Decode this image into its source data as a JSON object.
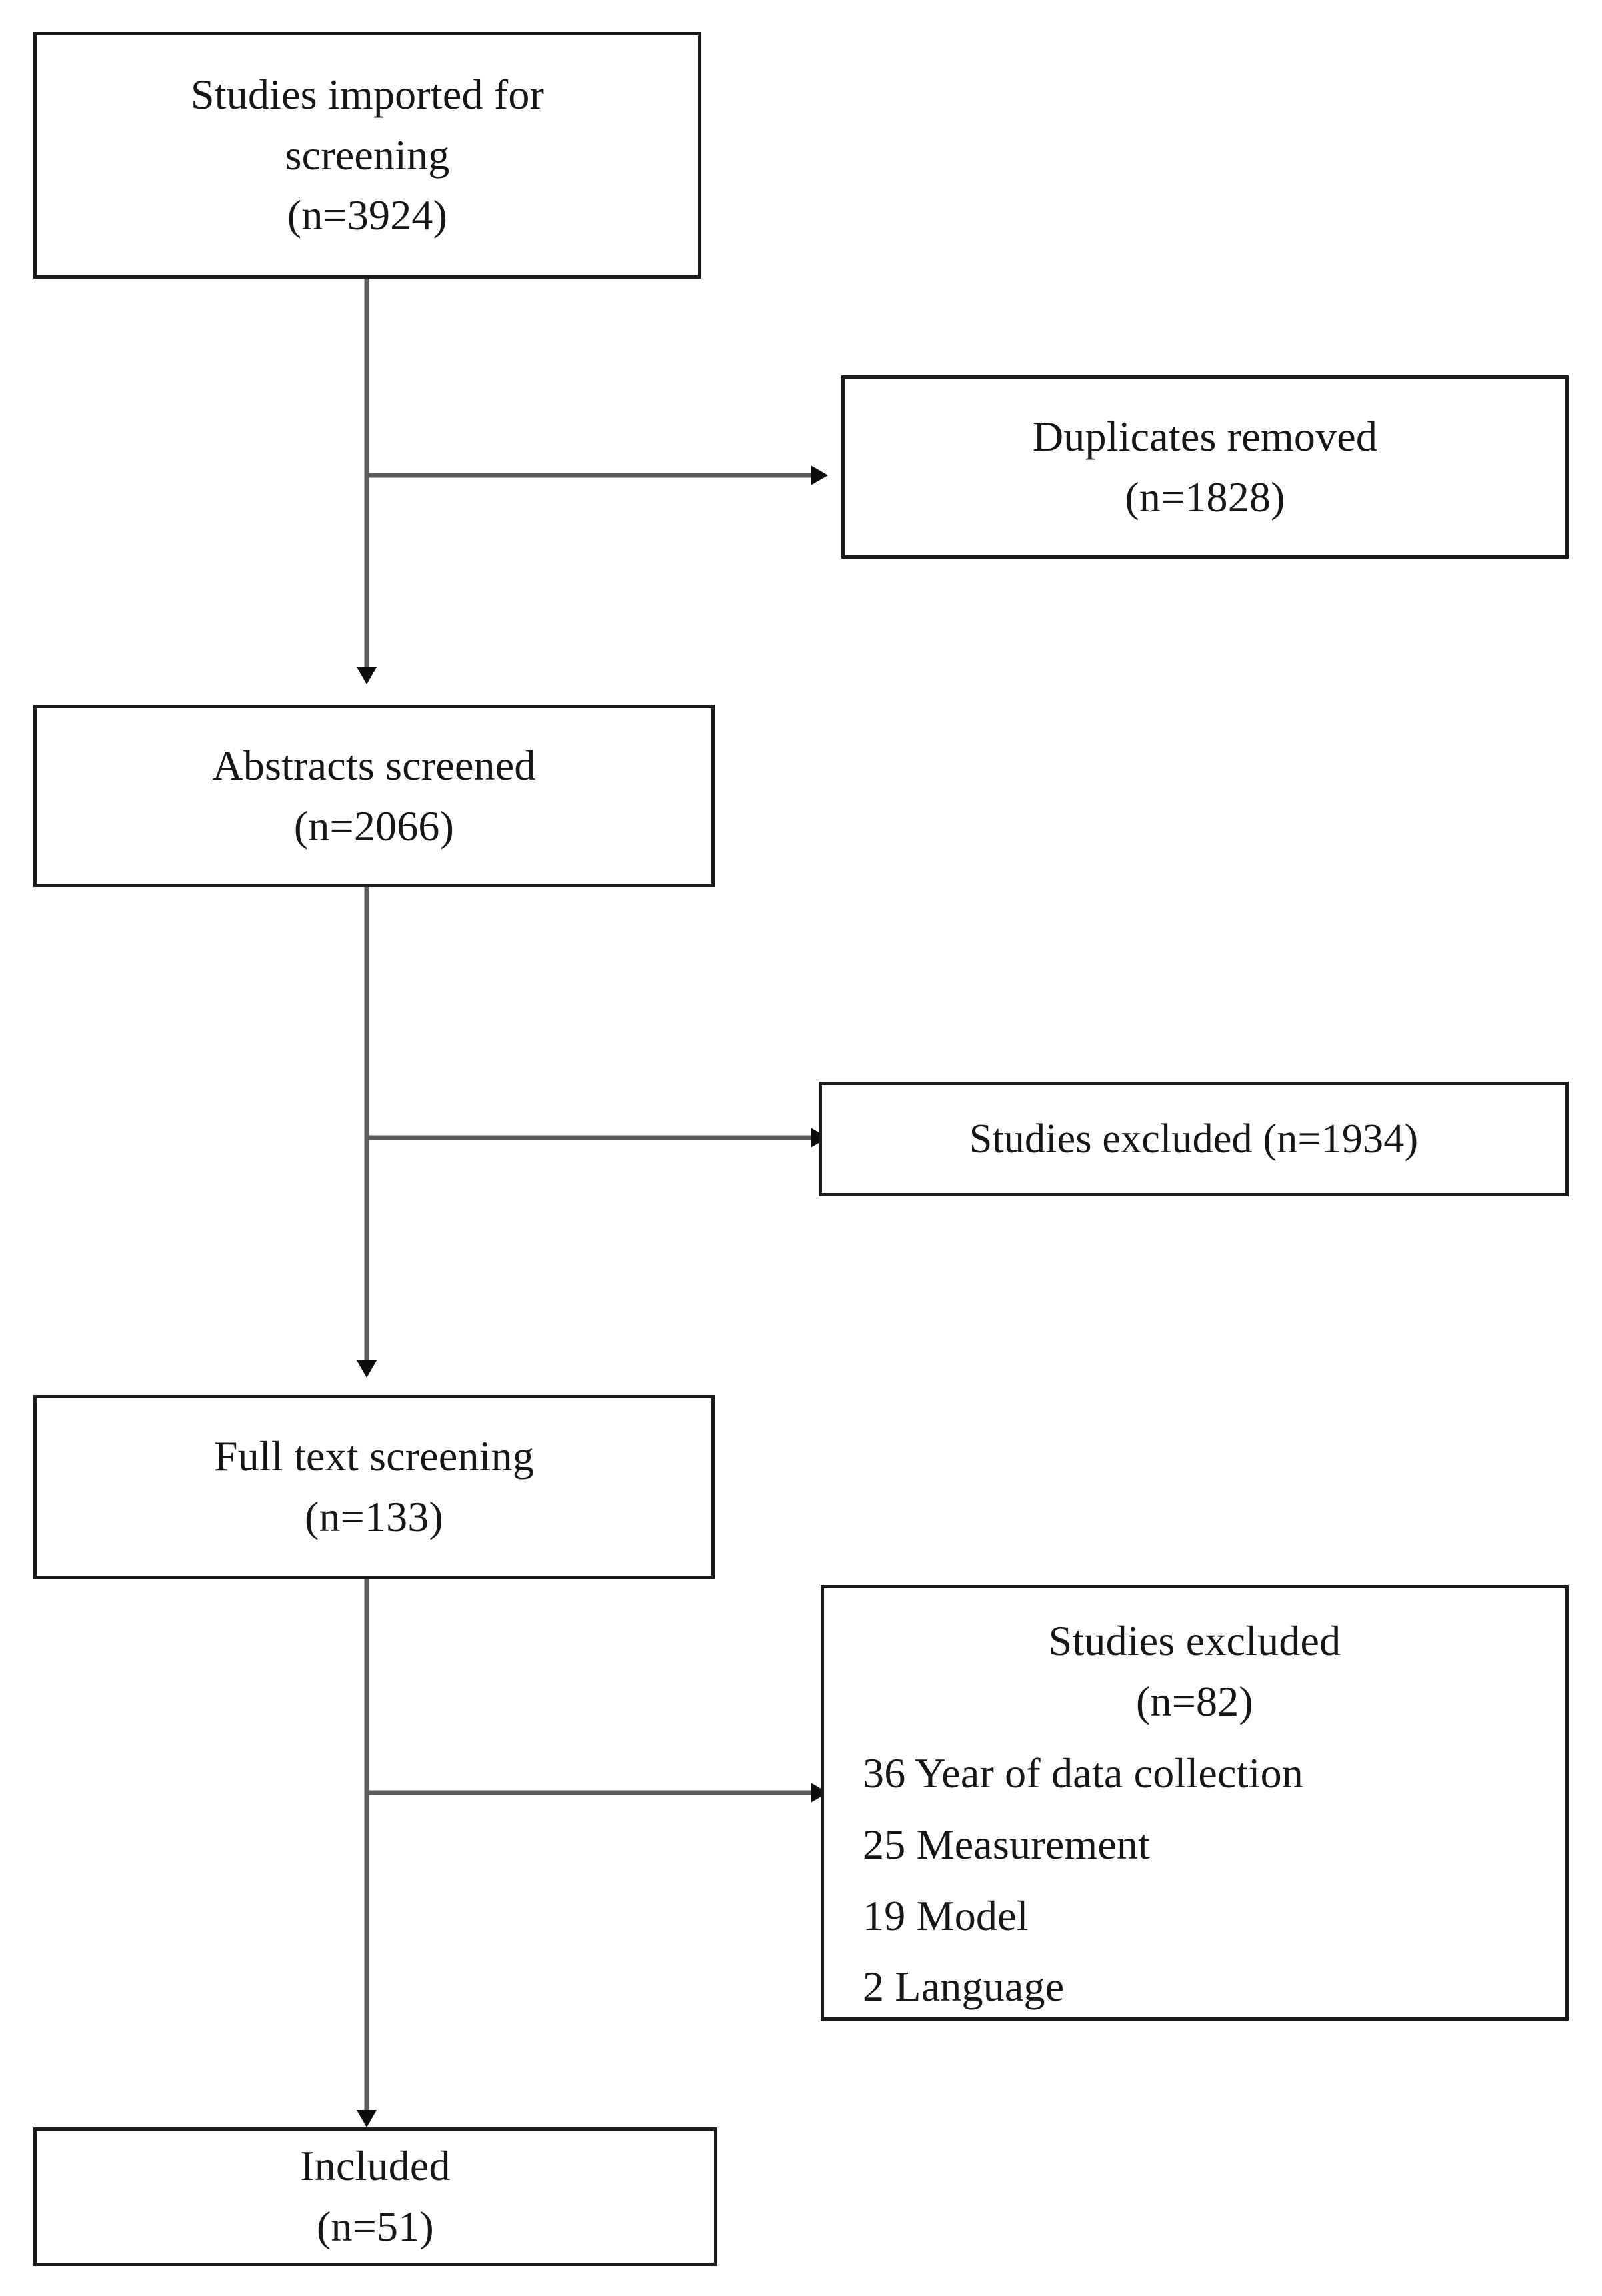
{
  "diagram": {
    "title": "PRISMA study selection flow diagram",
    "colors": {
      "box_border": "#1b1b1b",
      "text": "#161616",
      "connector": "#5a5a5a",
      "arrowhead": "#0d0d0d",
      "background": "#ffffff"
    },
    "nodes": [
      {
        "id": "imported",
        "name": "studies-imported-box",
        "lines": [
          "Studies imported for",
          "screening",
          "(n=3924)"
        ],
        "count": 3924
      },
      {
        "id": "duplicates",
        "name": "duplicates-removed-box",
        "lines": [
          "Duplicates removed",
          "(n=1828)"
        ],
        "count": 1828
      },
      {
        "id": "abstracts",
        "name": "abstracts-screened-box",
        "lines": [
          "Abstracts screened",
          "(n=2066)"
        ],
        "count": 2066
      },
      {
        "id": "excluded_abstracts",
        "name": "studies-excluded-abstracts-box",
        "lines": [
          "Studies excluded (n=1934)"
        ],
        "count": 1934
      },
      {
        "id": "fulltext",
        "name": "full-text-screening-box",
        "lines": [
          "Full text screening",
          "(n=133)"
        ],
        "count": 133
      },
      {
        "id": "excluded_fulltext",
        "name": "studies-excluded-fulltext-box",
        "header": [
          "Studies excluded",
          "(n=82)"
        ],
        "count": 82,
        "reasons": [
          {
            "n": "36",
            "label": "Year of data collection"
          },
          {
            "n": "25",
            "label": "Measurement"
          },
          {
            "n": "19",
            "label": "Model"
          },
          {
            "n": "2",
            "label": "Language"
          }
        ]
      },
      {
        "id": "included",
        "name": "included-box",
        "lines": [
          "Included",
          "(n=51)"
        ],
        "count": 51
      }
    ],
    "node_text": {
      "imported_l1": "Studies imported for",
      "imported_l2": "screening",
      "imported_l3": "(n=3924)",
      "duplicates_l1": "Duplicates removed",
      "duplicates_l2": "(n=1828)",
      "abstracts_l1": "Abstracts screened",
      "abstracts_l2": "(n=2066)",
      "excluded_abstracts_l1": "Studies excluded (n=1934)",
      "fulltext_l1": "Full text screening",
      "fulltext_l2": "(n=133)",
      "excluded_fulltext_l1": "Studies excluded",
      "excluded_fulltext_l2": "(n=82)",
      "excluded_fulltext_r1": "36 Year of data collection",
      "excluded_fulltext_r2": "25 Measurement",
      "excluded_fulltext_r3": "19 Model",
      "excluded_fulltext_r4": "2   Language",
      "included_l1": "Included",
      "included_l2": "(n=51)"
    },
    "connectors": [
      {
        "name": "connector-imported-to-abstracts",
        "direction": "down"
      },
      {
        "name": "connector-imported-to-duplicates",
        "direction": "right"
      },
      {
        "name": "connector-abstracts-to-fulltext",
        "direction": "down"
      },
      {
        "name": "connector-abstracts-to-excluded",
        "direction": "right"
      },
      {
        "name": "connector-fulltext-to-included",
        "direction": "down"
      },
      {
        "name": "connector-fulltext-to-excluded",
        "direction": "right"
      }
    ]
  }
}
